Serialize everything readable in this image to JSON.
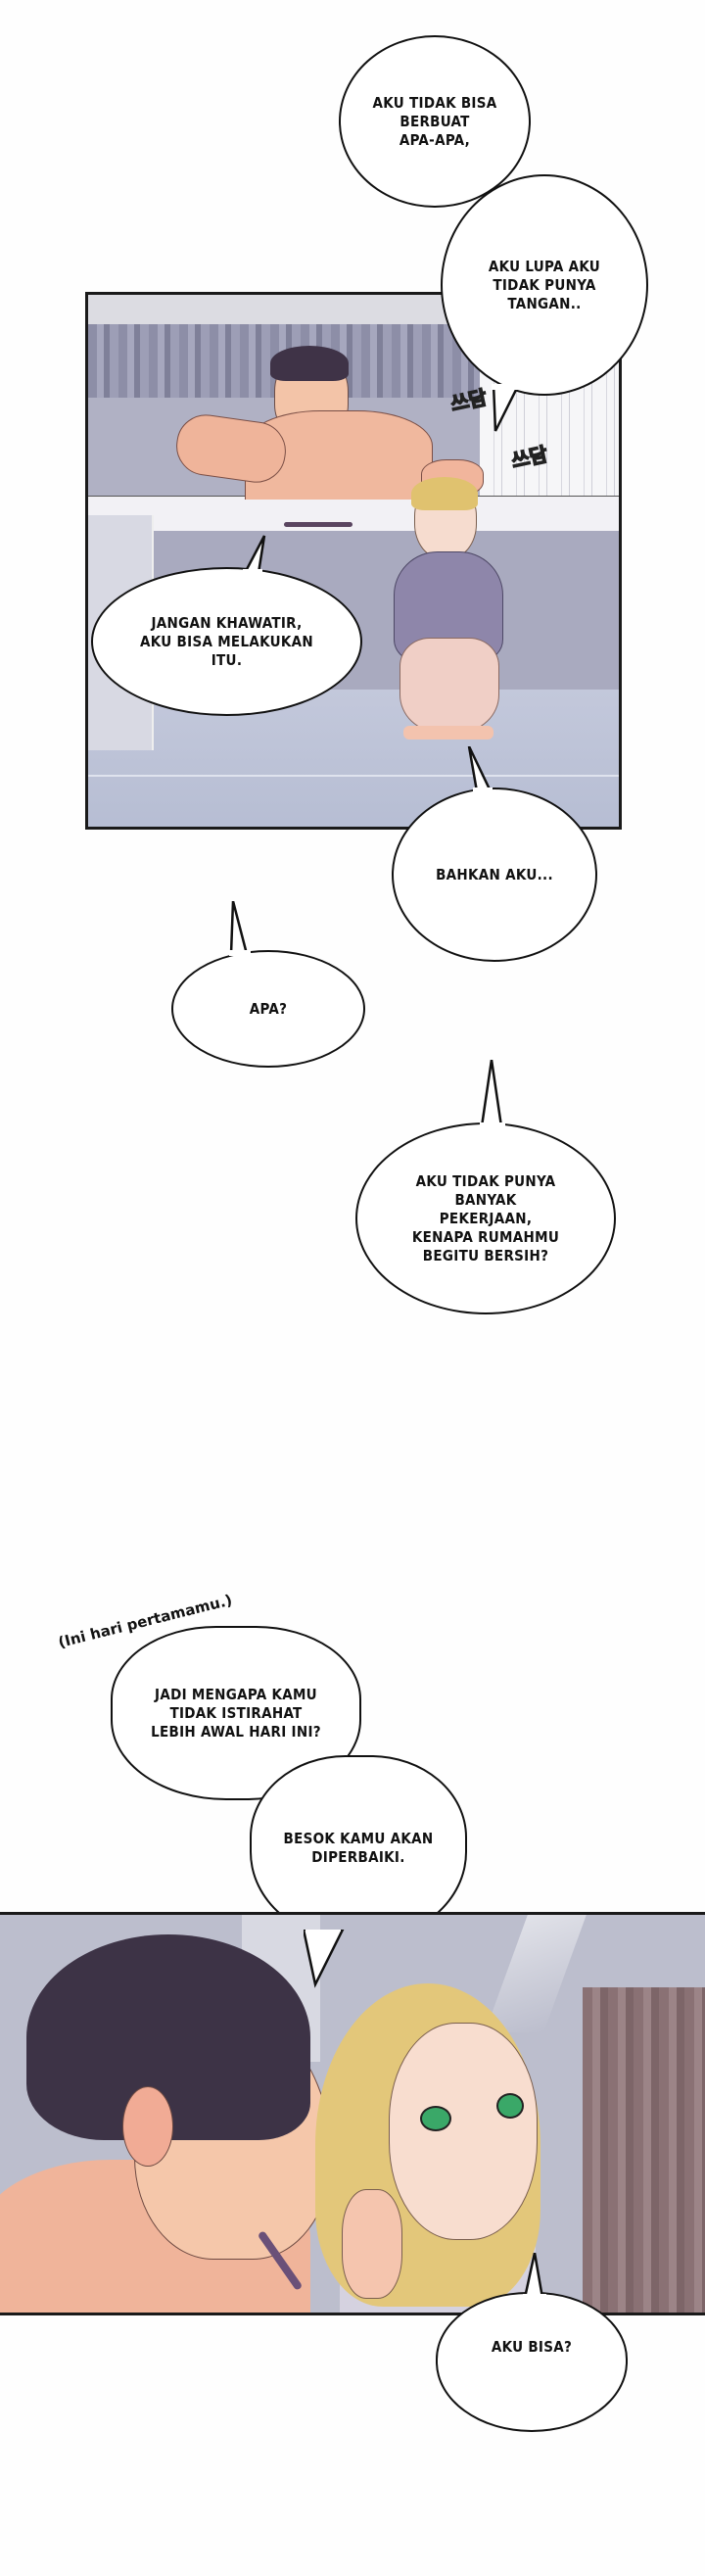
{
  "comic": {
    "panels": [
      {
        "id": "bathroom-wide",
        "description": "man in bathtub pats head of girl squatting beside the tub",
        "colors": {
          "wall_top": "#d9d9df",
          "curtain": "#8e8fa8",
          "tub_rim": "#f2f1f4",
          "tub_side": "#a8a9bd",
          "floor": "#bfc5d9",
          "shower_curtain": "#f4f4f6"
        },
        "sfx": [
          "쓰담",
          "쓰담"
        ]
      },
      {
        "id": "closeup-faces",
        "description": "close-up of man and blonde girl with green eyes",
        "colors": {
          "wall": "#bcbecd",
          "wood_panel": "#8c7477",
          "hair_man": "#3d3346",
          "hair_girl": "#e3c77a",
          "skin": "#f2b9a2"
        }
      }
    ],
    "bubbles": [
      {
        "id": "b1",
        "text": "Aku tidak bisa\nberbuat\napa-apa,"
      },
      {
        "id": "b2",
        "text": "Aku lupa aku\ntidak punya\ntangan.."
      },
      {
        "id": "b3",
        "text": "Jangan khawatir,\naku bisa melakukan\nitu."
      },
      {
        "id": "b4",
        "text": "Bahkan aku..."
      },
      {
        "id": "b5",
        "text": "Apa?"
      },
      {
        "id": "b6",
        "text": "Aku tidak punya\nbanyak\npekerjaan,\nkenapa rumahmu\nbegitu bersih?"
      },
      {
        "id": "b7",
        "text": "Jadi mengapa kamu\ntidak istirahat\nlebih awal hari ini?"
      },
      {
        "id": "b8",
        "text": "Besok kamu akan\ndiperbaiki."
      },
      {
        "id": "b9",
        "text": "Aku bisa?"
      }
    ],
    "aside_text": "(Ini hari pertamamu.)"
  }
}
